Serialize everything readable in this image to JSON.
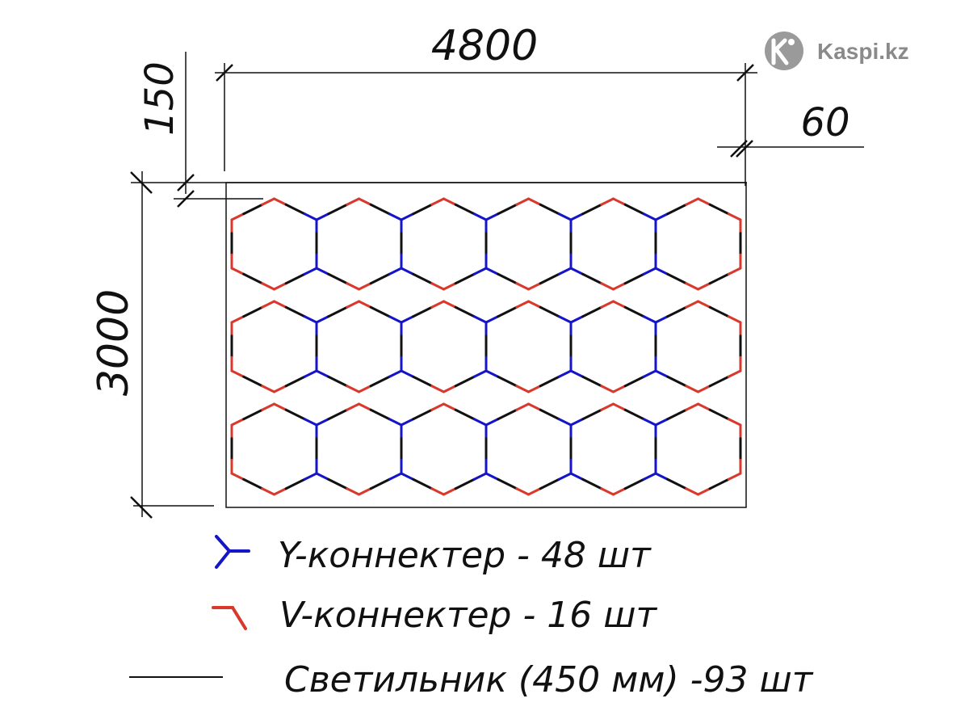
{
  "brand": {
    "name": "Kaspi.kz",
    "logo_icon": "kaspi-logo-icon"
  },
  "dimensions": {
    "width": "4800",
    "height": "3000",
    "top_offset": "150",
    "side_offset": "60"
  },
  "grid": {
    "columns": 6,
    "rows": 3
  },
  "colors": {
    "y_connector": "#1515c8",
    "v_connector": "#d9382c",
    "luminaire": "#111111",
    "dimension_line": "#111111"
  },
  "legend": [
    {
      "icon": "y-connector-icon",
      "label": "Y-коннектер - 48 шт"
    },
    {
      "icon": "v-connector-icon",
      "label": "V-коннектер - 16 шт"
    },
    {
      "icon": "luminaire-line-icon",
      "label": "Светильник (450 мм) -93 шт"
    }
  ]
}
